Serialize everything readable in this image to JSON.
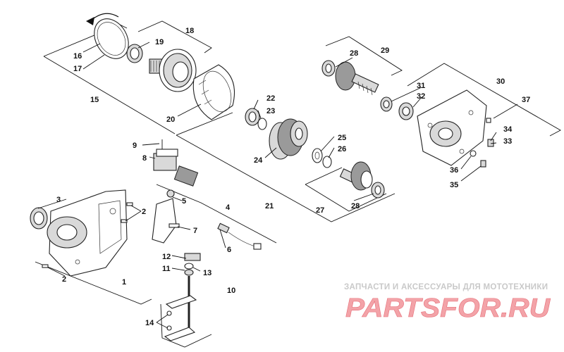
{
  "callouts": {
    "c1": "1",
    "c2a": "2",
    "c2b": "2",
    "c3": "3",
    "c4": "4",
    "c5": "5",
    "c6": "6",
    "c7": "7",
    "c8": "8",
    "c9": "9",
    "c10": "10",
    "c11": "11",
    "c12": "12",
    "c13": "13",
    "c14": "14",
    "c15": "15",
    "c16": "16",
    "c17": "17",
    "c18": "18",
    "c19": "19",
    "c20": "20",
    "c21": "21",
    "c22": "22",
    "c23": "23",
    "c24": "24",
    "c25": "25",
    "c26": "26",
    "c27": "27",
    "c28a": "28",
    "c28b": "28",
    "c29": "29",
    "c30": "30",
    "c31": "31",
    "c32": "32",
    "c33": "33",
    "c34": "34",
    "c35": "35",
    "c36": "36",
    "c37": "37"
  },
  "watermark": {
    "subtitle": "ЗАПЧАСТИ И АКСЕССУАРЫ ДЛЯ МОТОТЕХНИКИ",
    "logo": "PARTSFOR.RU"
  },
  "colors": {
    "ink": "#111111",
    "watermark_grey": "#c9c9c9",
    "watermark_red": "#f3a3a8",
    "part_fill": "#d9d9d9"
  }
}
